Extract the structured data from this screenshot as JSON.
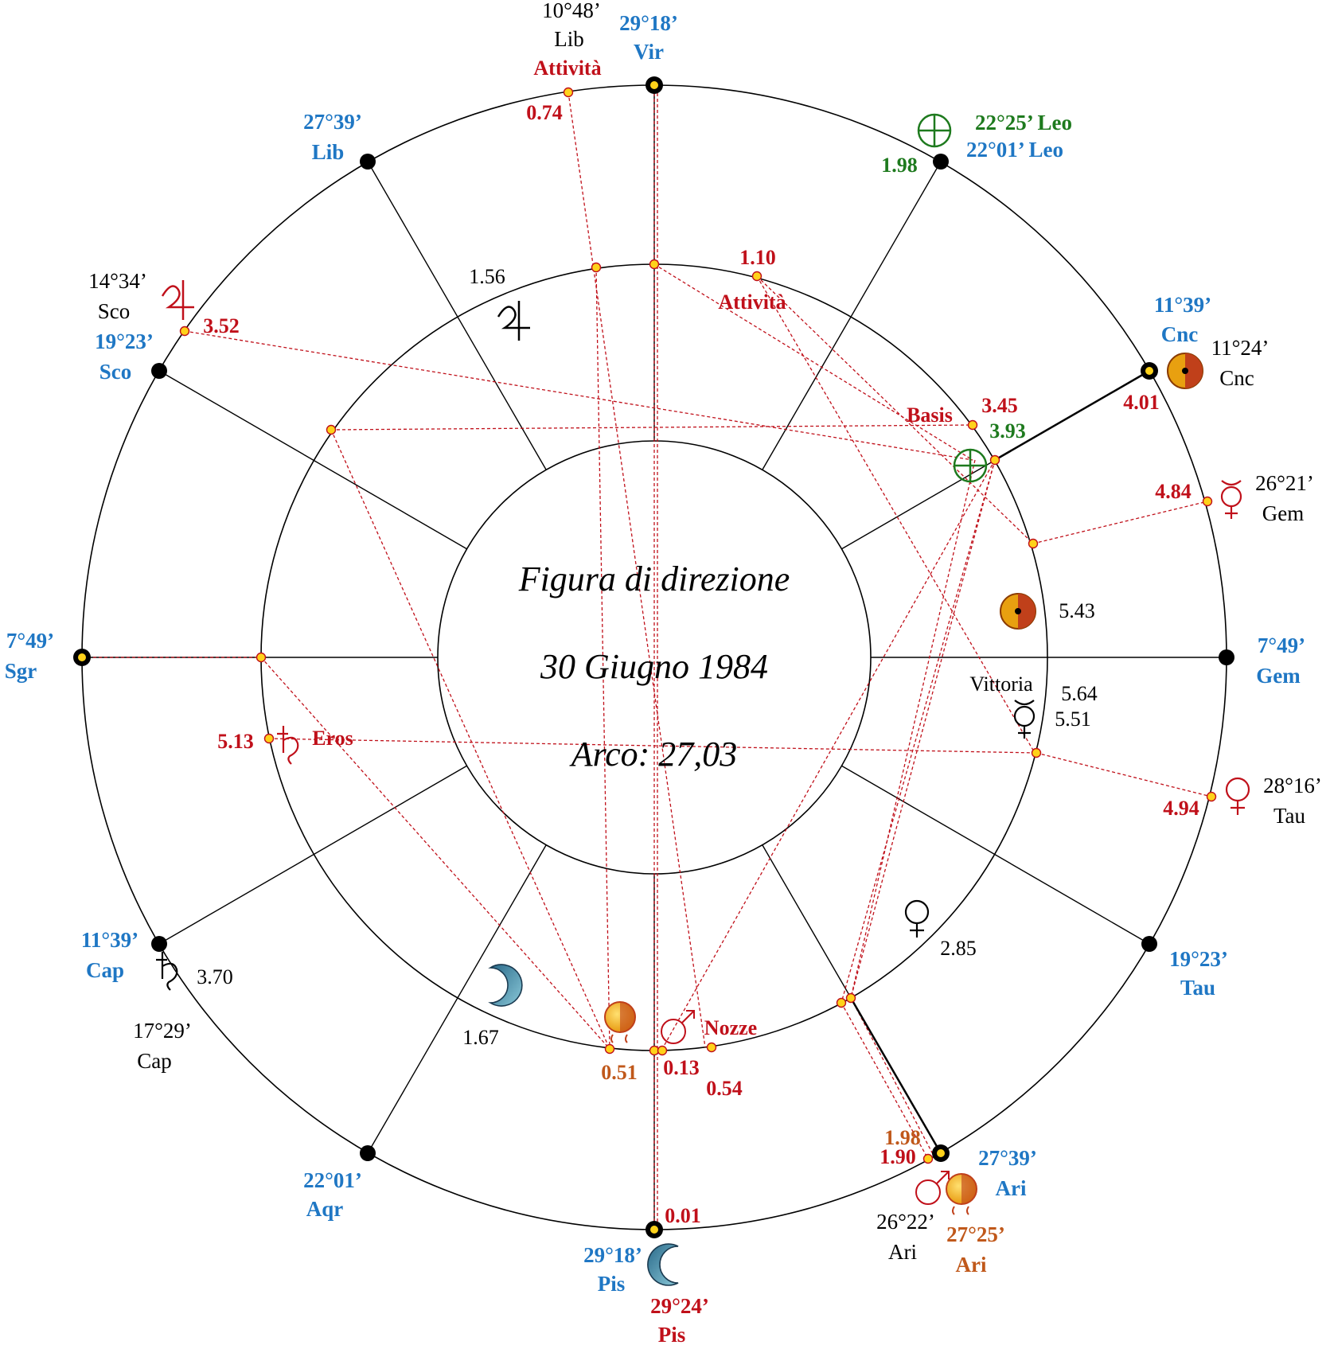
{
  "title": {
    "line1": "Figura di direzione",
    "line2": "30 Giugno 1984",
    "line3": "Arco: 27,03"
  },
  "colors": {
    "blue": "#1f77c4",
    "red": "#c0101a",
    "green": "#1e7a1e",
    "orange": "#c0581a",
    "black": "#000000",
    "line_red": "#c0101a",
    "marker_fill": "#ffd21a",
    "marker_stroke": "#c0101a"
  },
  "cusps": [
    {
      "id": "mc",
      "deg": "29°18’",
      "sign": "Vir"
    },
    {
      "id": "c11",
      "deg": "22°01’ Leo",
      "sign": ""
    },
    {
      "id": "asc-top-right",
      "deg": "11°39’",
      "sign": "Cnc"
    },
    {
      "id": "c-gem",
      "deg": "7°49’",
      "sign": "Gem"
    },
    {
      "id": "c-tau",
      "deg": "19°23’",
      "sign": "Tau"
    },
    {
      "id": "c-ari",
      "deg": "27°39’",
      "sign": "Ari"
    },
    {
      "id": "ic",
      "deg": "29°18’",
      "sign": "Pis"
    },
    {
      "id": "c-aqr",
      "deg": "22°01’",
      "sign": "Aqr"
    },
    {
      "id": "c-cap",
      "deg": "11°39’",
      "sign": "Cap"
    },
    {
      "id": "c-sgr",
      "deg": "7°49’",
      "sign": "Sgr"
    },
    {
      "id": "c-sco",
      "deg": "19°23’",
      "sign": "Sco"
    },
    {
      "id": "c-lib",
      "deg": "27°39’",
      "sign": "Lib"
    }
  ],
  "outer_black": {
    "attivita_deg": "10°48’",
    "attivita_sign": "Lib",
    "jupiter_deg": "14°34’",
    "jupiter_sign": "Sco",
    "sun_deg": "11°24’",
    "sun_sign": "Cnc",
    "mercury_deg": "26°21’",
    "mercury_sign": "Gem",
    "venus_deg": "28°16’",
    "venus_sign": "Tau",
    "saturn_deg": "17°29’",
    "saturn_sign": "Cap",
    "mars_deg": "26°22’",
    "mars_sign": "Ari"
  },
  "outer_colored": {
    "earth_deg": "22°25’ Leo",
    "node_deg": "27°25’",
    "node_sign": "Ari",
    "moon_deg": "29°24’",
    "moon_sign": "Pis"
  },
  "red_labels": {
    "attivita_outer": "Attività",
    "attivita_inner": "Attività",
    "basis": "Basis",
    "eros": "Eros",
    "nozze": "Nozze",
    "v074": "0.74",
    "v110": "1.10",
    "v352": "3.52",
    "v345": "3.45",
    "v401": "4.01",
    "v484": "4.84",
    "v513": "5.13",
    "v494": "4.94",
    "v013": "0.13",
    "v054": "0.54",
    "v001": "0.01",
    "v190": "1.90"
  },
  "green_labels": {
    "v198": "1.98",
    "v393": "3.93"
  },
  "orange_labels": {
    "v051": "0.51",
    "v198b": "1.98"
  },
  "black_values": {
    "v156": "1.56",
    "v543": "5.43",
    "vittoria": "Vittoria",
    "v564": "5.64",
    "v551": "5.51",
    "v285": "2.85",
    "v370": "3.70",
    "v167": "1.67"
  }
}
